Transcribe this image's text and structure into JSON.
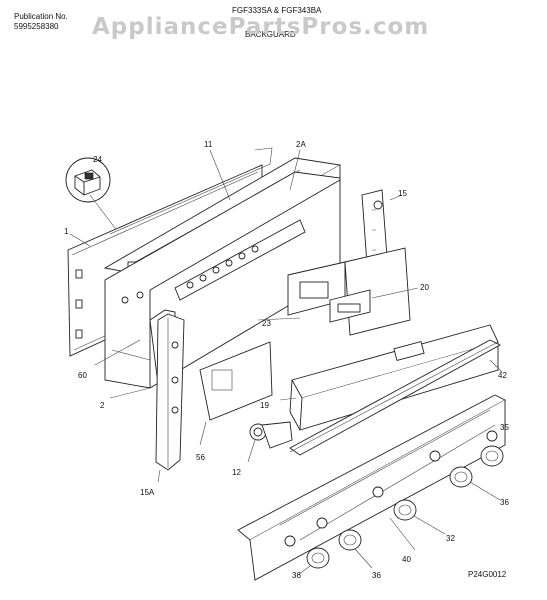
{
  "header": {
    "publication_label": "Publication No.",
    "publication_number": "5995258380",
    "model": "FGF333SA & FGF343BA",
    "section": "BACKGUARD",
    "watermark": "AppliancePartsPros.com"
  },
  "callouts": [
    "24",
    "11",
    "2A",
    "15",
    "1",
    "20",
    "23",
    "60",
    "2",
    "42",
    "19",
    "56",
    "12",
    "15A",
    "35",
    "36",
    "32",
    "40",
    "36",
    "36"
  ],
  "diagram_code": "P24G0012"
}
